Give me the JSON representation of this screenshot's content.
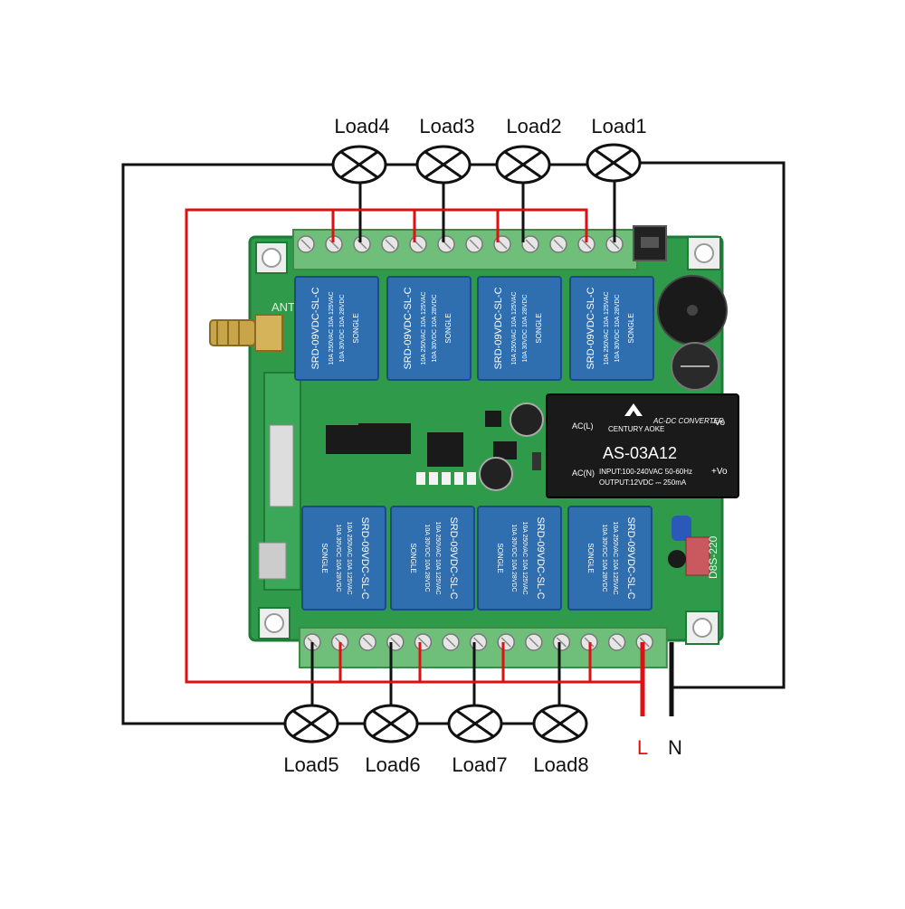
{
  "loads_top": [
    "Load4",
    "Load3",
    "Load2",
    "Load1"
  ],
  "loads_bottom": [
    "Load5",
    "Load6",
    "Load7",
    "Load8"
  ],
  "terminals": {
    "line": "L",
    "neutral": "N"
  },
  "board": {
    "antenna_label": "ANT",
    "relay_text": {
      "model": "SRD-09VDC-SL-C",
      "brand": "SONGLE",
      "rating_a": "10A 250VAC",
      "rating_b": "10A 30VDC",
      "rating_c": "10A 125VAC",
      "rating_d": "10A 28VDC"
    },
    "converter": {
      "brand": "CENTURY AOKE",
      "subtitle": "AC-DC CONVERTER",
      "model": "AS-03A12",
      "input": "INPUT:100-240VAC 50-60Hz",
      "output": "OUTPUT:12VDC ⎓ 250mA",
      "pin_acl": "AC(L)",
      "pin_acn": "AC(N)",
      "pin_vneg": "-Vo",
      "pin_vpos": "+Vo"
    },
    "side_label": "D8S-220"
  },
  "colors": {
    "wire_black": "#111111",
    "wire_red": "#dd1111",
    "pcb": "#2e9a4a",
    "pcb_dark": "#1f7a38",
    "terminal": "#6fbf7a",
    "relay": "#2f6fb0",
    "module": "#1a1a1a",
    "label_red": "#dd1111"
  }
}
